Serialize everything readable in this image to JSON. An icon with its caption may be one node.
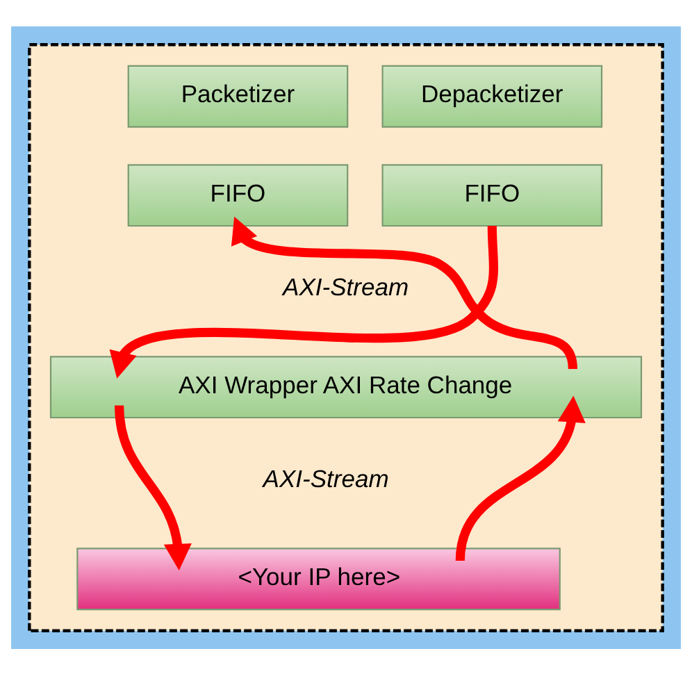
{
  "diagram": {
    "nodes": [
      {
        "text": [],
        "shape": "box"
      },
      {
        "text": [
          "Depacketizer"
        ],
        "in": 0
      },
      {
        "text": [
          "Packetizer"
        ],
        "in": 0
      },
      {
        "text": [
          "FIFO"
        ],
        "in": 0
      },
      {
        "text": [
          "FIFO"
        ],
        "in": 0
      },
      {
        "text": [
          "AXI Wrapper AXI Rate Change"
        ],
        "in": 0
      },
      {
        "text": [
          "<Your IP here>"
        ],
        "in": 0
      }
    ],
    "edges": [
      {
        "from": 3,
        "to": 5,
        "arrow": "to"
      },
      {
        "from": 5,
        "to": 4,
        "arrow": "to"
      },
      {
        "from": 5,
        "to": 6,
        "arrow": "to"
      },
      {
        "from": 6,
        "to": 5,
        "arrow": "to"
      }
    ],
    "labels": [
      "AXI-Stream",
      "AXI-Stream"
    ]
  }
}
